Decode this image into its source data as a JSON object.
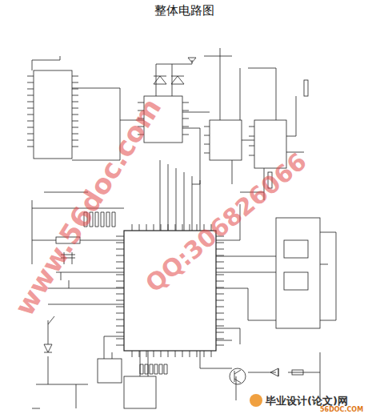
{
  "diagram": {
    "title": "整体电路图",
    "labels": [
      "www.56doc.com",
      "QQ:306826066",
      "毕业设计(论文)网",
      "56DOC.COM"
    ]
  }
}
